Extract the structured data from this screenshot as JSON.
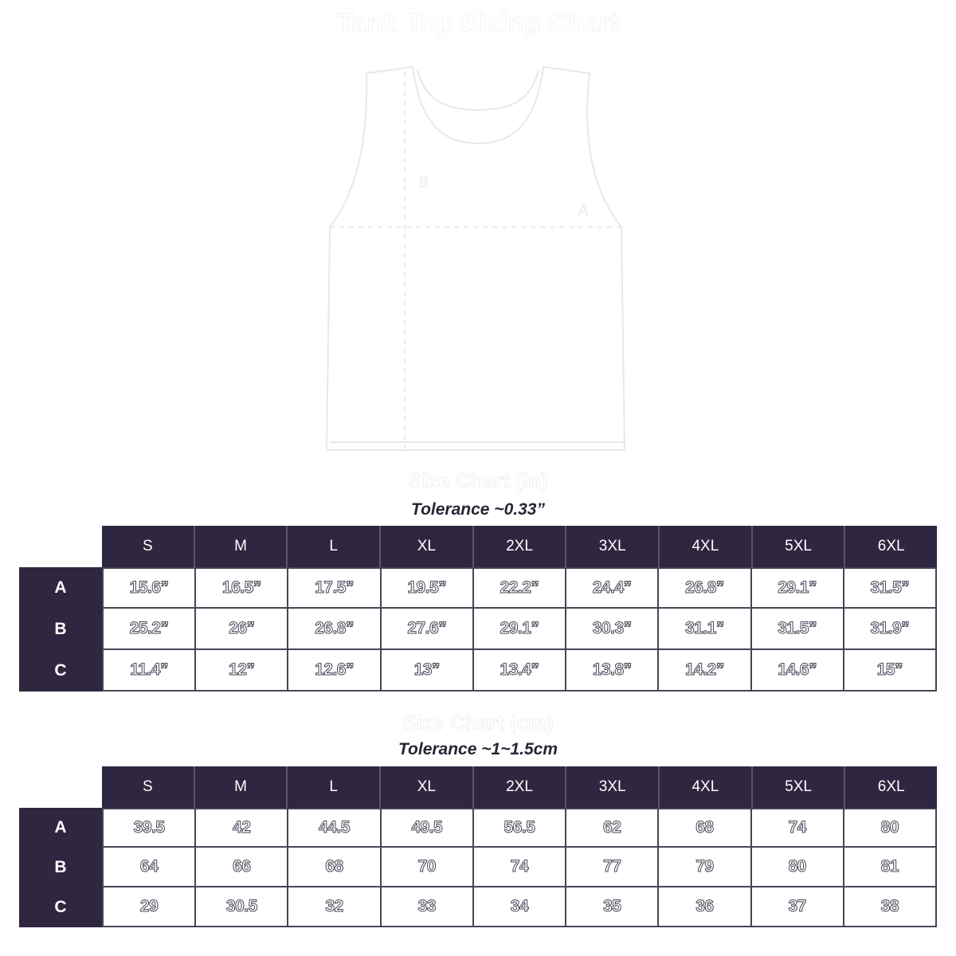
{
  "page": {
    "title": "Tank Top Sizing Chart"
  },
  "garment": {
    "label_a": "A",
    "label_b": "B"
  },
  "colors": {
    "header_bg": "#2f2740",
    "cell_border": "#4a4356",
    "text_dark": "#2a2436"
  },
  "inch_chart": {
    "title": "Size Chart (in)",
    "tolerance": "Tolerance ~0.33”",
    "sizes": [
      "S",
      "M",
      "L",
      "XL",
      "2XL",
      "3XL",
      "4XL",
      "5XL",
      "6XL"
    ],
    "rows": [
      {
        "label": "A",
        "values": [
          "15.6”",
          "16.5”",
          "17.5”",
          "19.5”",
          "22.2”",
          "24.4”",
          "26.8”",
          "29.1”",
          "31.5”"
        ]
      },
      {
        "label": "B",
        "values": [
          "25.2”",
          "26”",
          "26.8”",
          "27.6”",
          "29.1”",
          "30.3”",
          "31.1”",
          "31.5”",
          "31.9”"
        ]
      },
      {
        "label": "C",
        "values": [
          "11.4”",
          "12”",
          "12.6”",
          "13”",
          "13.4”",
          "13.8”",
          "14.2”",
          "14.6”",
          "15”"
        ]
      }
    ]
  },
  "cm_chart": {
    "title": "Size Chart (cm)",
    "tolerance": "Tolerance ~1~1.5cm",
    "sizes": [
      "S",
      "M",
      "L",
      "XL",
      "2XL",
      "3XL",
      "4XL",
      "5XL",
      "6XL"
    ],
    "rows": [
      {
        "label": "A",
        "values": [
          "39.5",
          "42",
          "44.5",
          "49.5",
          "56.5",
          "62",
          "68",
          "74",
          "80"
        ]
      },
      {
        "label": "B",
        "values": [
          "64",
          "66",
          "68",
          "70",
          "74",
          "77",
          "79",
          "80",
          "81"
        ]
      },
      {
        "label": "C",
        "values": [
          "29",
          "30.5",
          "32",
          "33",
          "34",
          "35",
          "36",
          "37",
          "38"
        ]
      }
    ]
  }
}
